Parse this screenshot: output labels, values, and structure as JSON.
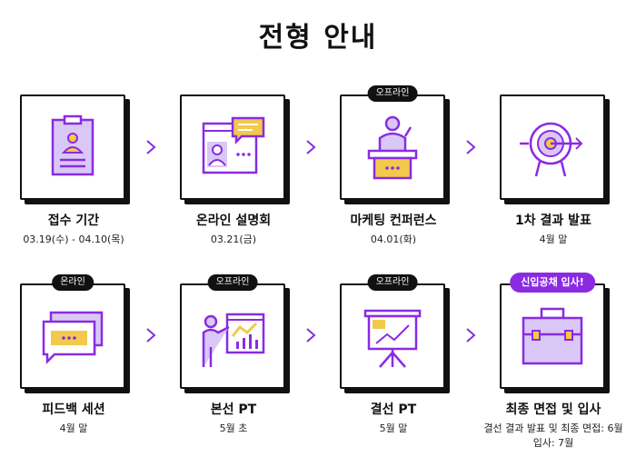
{
  "title": "전형 안내",
  "steps": [
    {
      "label": "접수 기간",
      "date": "03.19(수) - 04.10(목)",
      "badge": "",
      "icon": "clipboard-icon"
    },
    {
      "label": "온라인 설명회",
      "date": "03.21(금)",
      "badge": "",
      "icon": "video-chat-icon"
    },
    {
      "label": "마케팅 컨퍼런스",
      "date": "04.01(화)",
      "badge": "오프라인",
      "icon": "podium-icon"
    },
    {
      "label": "1차 결과 발표",
      "date": "4월 말",
      "badge": "",
      "icon": "target-icon"
    },
    {
      "label": "피드백 세션",
      "date": "4월 말",
      "badge": "온라인",
      "icon": "chat-bubbles-icon"
    },
    {
      "label": "본선 PT",
      "date": "5월 초",
      "badge": "오프라인",
      "icon": "presenter-icon"
    },
    {
      "label": "결선 PT",
      "date": "5월 말",
      "badge": "오프라인",
      "icon": "easel-icon"
    },
    {
      "label": "최종 면접 및 입사",
      "date": "결선 결과 발표 및 최종 면접: 6월",
      "date2": "입사: 7월",
      "badge": "신입공채 입사!",
      "icon": "briefcase-icon"
    }
  ],
  "colors": {
    "accent": "#8a2be2",
    "light_accent": "#d9c8f5",
    "yellow": "#f2c94c",
    "ink": "#111111"
  }
}
